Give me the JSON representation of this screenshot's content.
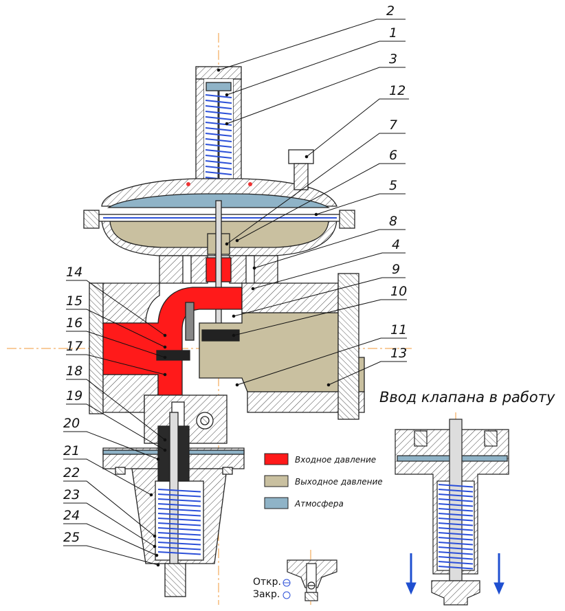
{
  "callouts": [
    {
      "id": "2",
      "label": "2"
    },
    {
      "id": "1",
      "label": "1"
    },
    {
      "id": "3",
      "label": "3"
    },
    {
      "id": "12",
      "label": "12"
    },
    {
      "id": "7",
      "label": "7"
    },
    {
      "id": "6",
      "label": "6"
    },
    {
      "id": "5",
      "label": "5"
    },
    {
      "id": "8",
      "label": "8"
    },
    {
      "id": "4",
      "label": "4"
    },
    {
      "id": "9",
      "label": "9"
    },
    {
      "id": "10",
      "label": "10"
    },
    {
      "id": "11",
      "label": "11"
    },
    {
      "id": "13",
      "label": "13"
    },
    {
      "id": "14",
      "label": "14"
    },
    {
      "id": "15",
      "label": "15"
    },
    {
      "id": "16",
      "label": "16"
    },
    {
      "id": "17",
      "label": "17"
    },
    {
      "id": "18",
      "label": "18"
    },
    {
      "id": "19",
      "label": "19"
    },
    {
      "id": "20",
      "label": "20"
    },
    {
      "id": "21",
      "label": "21"
    },
    {
      "id": "22",
      "label": "22"
    },
    {
      "id": "23",
      "label": "23"
    },
    {
      "id": "24",
      "label": "24"
    },
    {
      "id": "25",
      "label": "25"
    }
  ],
  "legend": [
    {
      "label": "Входное давление",
      "color": "#ff1a1a"
    },
    {
      "label": "Выходное давление",
      "color": "#c9c0a0"
    },
    {
      "label": "Атмосфера",
      "color": "#8fb3c7"
    }
  ],
  "inset_title": "Ввод клапана в работу",
  "states": {
    "open": "Откр.",
    "closed": "Закр."
  },
  "colors": {
    "inlet": "#ff1a1a",
    "outlet": "#c9c0a0",
    "atmosphere": "#8fb3c7",
    "spring": "#2b4fd8",
    "leader": "#111111",
    "arrow": "#1f4fd0"
  }
}
